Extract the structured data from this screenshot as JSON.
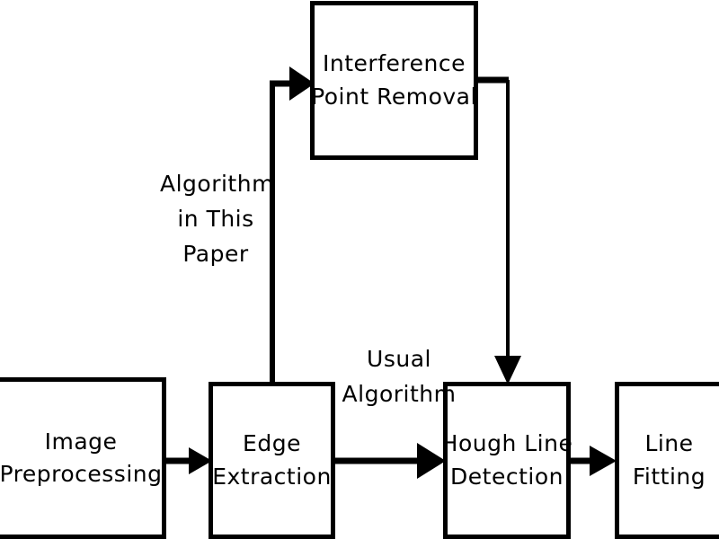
{
  "diagram": {
    "type": "flowchart",
    "orientation": "left-to-right",
    "background_color": "#ffffff",
    "stroke_color": "#000000",
    "nodes": [
      {
        "id": "image-preprocessing",
        "label_lines": [
          "Image",
          "Preprocessing"
        ],
        "shape": "rectangle"
      },
      {
        "id": "edge-extraction",
        "label_lines": [
          "Edge",
          "Extraction"
        ],
        "shape": "rectangle"
      },
      {
        "id": "hough-line-detection",
        "label_lines": [
          "Hough Line",
          "Detection"
        ],
        "shape": "rectangle"
      },
      {
        "id": "line-fitting",
        "label_lines": [
          "Line",
          "Fitting"
        ],
        "shape": "rectangle"
      },
      {
        "id": "interference-point-removal",
        "label_lines": [
          "Interference",
          "Point Removal"
        ],
        "shape": "rectangle"
      }
    ],
    "edge_labels": [
      {
        "id": "algorithm-in-this-paper",
        "lines": [
          "Algorithm",
          "in This",
          "Paper"
        ],
        "describes": "edge-extraction -> interference-point-removal"
      },
      {
        "id": "usual-algorithm",
        "lines": [
          "Usual",
          "Algorithm"
        ],
        "describes": "edge-extraction -> hough-line-detection"
      }
    ],
    "edges": [
      {
        "from": "image-preprocessing",
        "to": "edge-extraction",
        "style": "straight-arrow"
      },
      {
        "from": "edge-extraction",
        "to": "interference-point-removal",
        "style": "elbow-arrow-up"
      },
      {
        "from": "interference-point-removal",
        "to": "hough-line-detection",
        "style": "elbow-arrow-down"
      },
      {
        "from": "edge-extraction",
        "to": "hough-line-detection",
        "style": "straight-arrow"
      },
      {
        "from": "hough-line-detection",
        "to": "line-fitting",
        "style": "straight-arrow"
      }
    ]
  }
}
